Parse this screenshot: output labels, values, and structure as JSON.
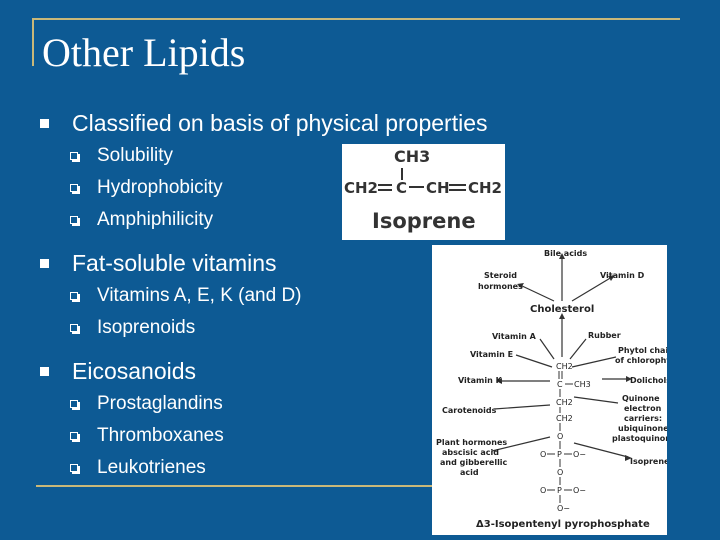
{
  "slide": {
    "title": "Other Lipids"
  },
  "bullets": [
    {
      "text": "Classified on basis of physical properties",
      "subs": [
        "Solubility",
        "Hydrophobicity",
        "Amphiphilicity"
      ]
    },
    {
      "text": "Fat-soluble vitamins",
      "subs": [
        "Vitamins A, E, K (and D)",
        "Isoprenoids"
      ]
    },
    {
      "text": "Eicosanoids",
      "subs": [
        "Prostaglandins",
        "Thromboxanes",
        "Leukotrienes"
      ]
    }
  ],
  "isoprene": {
    "ch3": "CH3",
    "left": "CH2",
    "c": "C",
    "ch": "CH",
    "right": "CH2",
    "name": "Isoprene"
  },
  "pathway": {
    "bile_acids": "Bile acids",
    "steroid_hormones": [
      "Steroid",
      "hormones"
    ],
    "vitamin_d": "Vitamin D",
    "cholesterol": "Cholesterol",
    "vitamin_a": "Vitamin A",
    "rubber": "Rubber",
    "vitamin_e": "Vitamin E",
    "phytol": [
      "Phytol chain",
      "of chlorophyll"
    ],
    "vitamin_k": "Vitamin K",
    "dolichols": "Dolichols",
    "carotenoids": "Carotenoids",
    "quinone": [
      "Quinone",
      "electron",
      "carriers:",
      "ubiquinone,",
      "plastoquinone"
    ],
    "plant_hormones": [
      "Plant hormones",
      "abscisic acid",
      "and gibberellic",
      "acid"
    ],
    "isoprene": "Isoprene",
    "ch2": "CH2",
    "c": "C",
    "ch3": "CH3",
    "o": "O",
    "p": "P",
    "o_minus": "O−",
    "ipp": "Δ3-Isopentenyl pyrophosphate"
  }
}
